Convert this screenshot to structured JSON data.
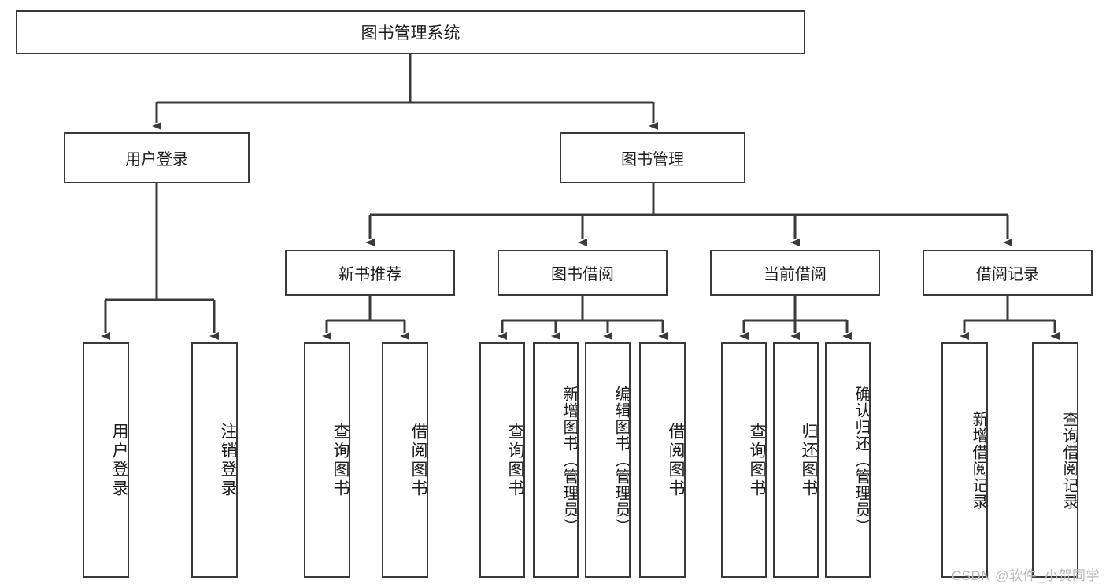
{
  "diagram": {
    "title": "图书管理系统",
    "type": "functional-structure-tree",
    "root": {
      "label": "图书管理系统"
    },
    "level2": [
      {
        "label": "用户登录"
      },
      {
        "label": "图书管理"
      }
    ],
    "level3": [
      {
        "label": "新书推荐"
      },
      {
        "label": "图书借阅"
      },
      {
        "label": "当前借阅"
      },
      {
        "label": "借阅记录"
      }
    ],
    "leaves": {
      "user_login": [
        {
          "label": "用户登录"
        },
        {
          "label": "注销登录"
        }
      ],
      "new_book_recommend": [
        {
          "label": "查询图书"
        },
        {
          "label": "借阅图书"
        }
      ],
      "book_borrow": [
        {
          "label": "查询图书"
        },
        {
          "label": "新增图书（管理员）"
        },
        {
          "label": "编辑图书（管理员）"
        },
        {
          "label": "借阅图书"
        }
      ],
      "current_borrow": [
        {
          "label": "查询图书"
        },
        {
          "label": "归还图书"
        },
        {
          "label": "确认归还（管理员）"
        }
      ],
      "borrow_record": [
        {
          "label": "新增借阅记录"
        },
        {
          "label": "查询借阅记录"
        }
      ]
    }
  },
  "watermark": {
    "text": "CSDN @软件_小贺同学"
  },
  "colors": {
    "stroke": "#3a3a3a",
    "text": "#1b1b1b",
    "background": "#ffffff",
    "watermark": "#b9b9b9"
  }
}
